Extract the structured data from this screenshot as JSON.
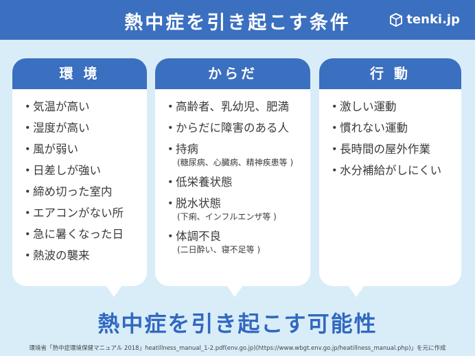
{
  "header": {
    "title": "熱中症を引き起こす条件",
    "logo": "tenki.jp"
  },
  "cards": [
    {
      "title": "環 境",
      "items": [
        {
          "text": "気温が高い"
        },
        {
          "text": "湿度が高い"
        },
        {
          "text": "風が弱い"
        },
        {
          "text": "日差しが強い"
        },
        {
          "text": "締め切った室内"
        },
        {
          "text": "エアコンがない所"
        },
        {
          "text": "急に暑くなった日"
        },
        {
          "text": "熱波の襲来"
        }
      ]
    },
    {
      "title": "からだ",
      "items": [
        {
          "text": "高齢者、乳幼児、肥満"
        },
        {
          "text": "からだに障害のある人"
        },
        {
          "text": "持病",
          "sub": "(糖尿病、心臓病、精神疾患等 )"
        },
        {
          "text": "低栄養状態"
        },
        {
          "text": "脱水状態",
          "sub": "(下痢、インフルエンザ等 )"
        },
        {
          "text": "体調不良",
          "sub": "(二日酔い、寝不足等 )"
        }
      ]
    },
    {
      "title": "行 動",
      "items": [
        {
          "text": "激しい運動"
        },
        {
          "text": "慣れない運動"
        },
        {
          "text": "長時間の屋外作業"
        },
        {
          "text": "水分補給がしにくい"
        }
      ]
    }
  ],
  "bullet": "・",
  "result": "熱中症を引き起こす可能性",
  "source": "環境省「熱中症環境保健マニュアル 2018」heatillness_manual_1-2.pdf(env.go.jp)(https://www.wbgt.env.go.jp/heatillness_manual.php)」を元に作成",
  "colors": {
    "primary": "#3b6fbf",
    "background": "#d9edf9",
    "result": "#3168c0"
  }
}
